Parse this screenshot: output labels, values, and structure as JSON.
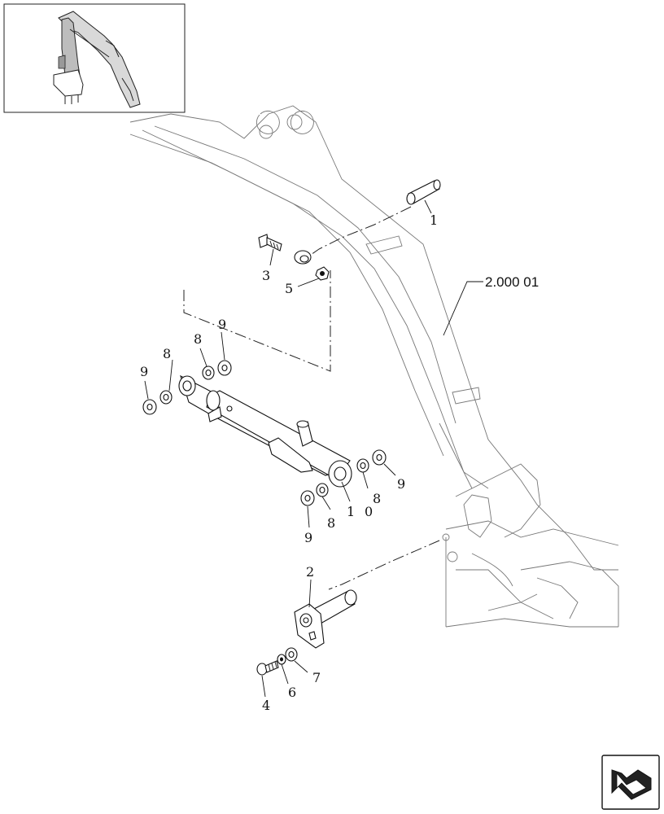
{
  "diagram": {
    "callouts": [
      {
        "id": "c1",
        "text": "1"
      },
      {
        "id": "c2",
        "text": "2"
      },
      {
        "id": "c3",
        "text": "3"
      },
      {
        "id": "c4",
        "text": "4"
      },
      {
        "id": "c5",
        "text": "5"
      },
      {
        "id": "c6",
        "text": "6"
      },
      {
        "id": "c7",
        "text": "7"
      },
      {
        "id": "c8a",
        "text": "8"
      },
      {
        "id": "c8b",
        "text": "8"
      },
      {
        "id": "c8c",
        "text": "8"
      },
      {
        "id": "c8d",
        "text": "8"
      },
      {
        "id": "c9a",
        "text": "9"
      },
      {
        "id": "c9b",
        "text": "9"
      },
      {
        "id": "c9c",
        "text": "9"
      },
      {
        "id": "c9d",
        "text": "9"
      },
      {
        "id": "c10a",
        "text": "1"
      },
      {
        "id": "c10b",
        "text": "0"
      }
    ],
    "reference": "2.000 01"
  },
  "nav": {
    "icon": "return-arrow-icon"
  }
}
